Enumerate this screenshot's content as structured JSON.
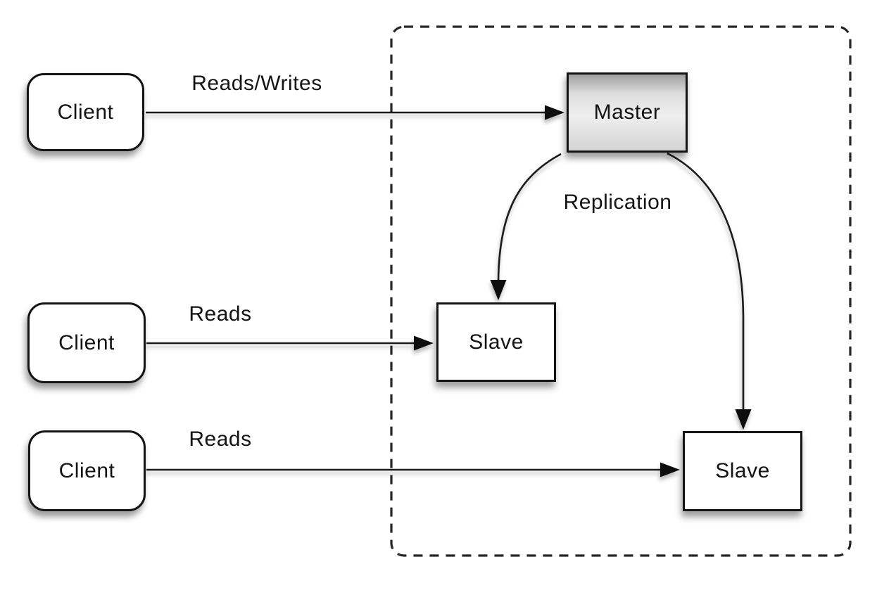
{
  "diagram": {
    "nodes": {
      "client1": {
        "label": "Client"
      },
      "client2": {
        "label": "Client"
      },
      "client3": {
        "label": "Client"
      },
      "master": {
        "label": "Master"
      },
      "slave1": {
        "label": "Slave"
      },
      "slave2": {
        "label": "Slave"
      }
    },
    "edges": {
      "client1_to_master": {
        "label": "Reads/Writes"
      },
      "client2_to_slave1": {
        "label": "Reads"
      },
      "client3_to_slave2": {
        "label": "Reads"
      },
      "master_to_slaves": {
        "label": "Replication"
      }
    },
    "colors": {
      "background": "#ffffff",
      "node_border": "#141414",
      "node_fill": "#ffffff",
      "master_gradient_top": "#a0a0a0",
      "master_gradient_mid": "#efefef",
      "master_gradient_bottom": "#d3d3d3",
      "line": "#1a1a1a",
      "boundary_dash": "#262626"
    }
  }
}
